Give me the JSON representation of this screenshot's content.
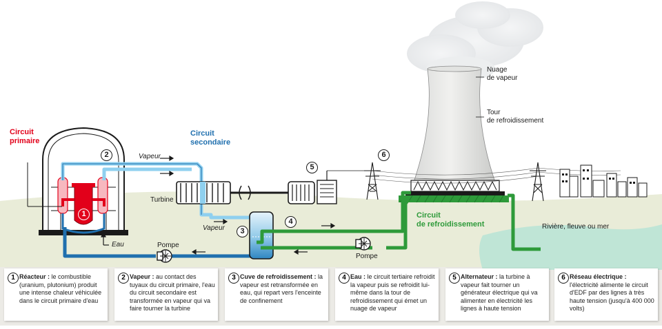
{
  "diagram": {
    "labels": {
      "circuit_primaire": [
        "Circuit",
        "primaire"
      ],
      "circuit_secondaire": [
        "Circuit",
        "secondaire"
      ],
      "circuit_refroidissement": [
        "Circuit",
        "de refroidissement"
      ],
      "vapeur_top": "Vapeur",
      "vapeur_bottom": "Vapeur",
      "turbine": "Turbine",
      "eau": "Eau",
      "pompe_left": "Pompe",
      "pompe_right": "Pompe",
      "nuage": [
        "Nuage",
        "de vapeur"
      ],
      "tour": [
        "Tour",
        "de refroidissement"
      ],
      "riviere": "Rivière, fleuve ou mer"
    },
    "markers": {
      "m1": "1",
      "m2": "2",
      "m3": "3",
      "m4": "4",
      "m5": "5",
      "m6": "6"
    },
    "colors": {
      "primary": "#e2001a",
      "secondary_hot": "#8fd0ef",
      "secondary_cold": "#1f6fae",
      "cooling": "#2e9a3a",
      "ground": "#e9ecd8",
      "water": "#bfe5d6"
    },
    "icons": [
      "reactor-icon",
      "turbine-icon",
      "alternator-icon",
      "pump-icon",
      "pylon-icon",
      "cooling-tower-icon",
      "city-icon"
    ]
  },
  "legend": [
    {
      "num": "1",
      "title": "Réacteur :",
      "body": " le combustible (uranium, plutonium) produit une intense chaleur véhiculée dans le circuit primaire d'eau"
    },
    {
      "num": "2",
      "title": "Vapeur :",
      "body": " au contact des tuyaux du circuit primaire, l'eau du circuit secondaire est transformée en vapeur qui va faire tourner la turbine"
    },
    {
      "num": "3",
      "title": "Cuve de refroidissement :",
      "body": " la vapeur est retransformée en eau, qui repart vers l'enceinte de confinement"
    },
    {
      "num": "4",
      "title": "Eau :",
      "body": " le circuit tertiaire refroidit la vapeur puis se refroidit lui-même dans la tour de refroidissement qui émet un nuage de vapeur"
    },
    {
      "num": "5",
      "title": "Alternateur :",
      "body": " la turbine à vapeur fait tourner un générateur électrique qui va alimenter en électricité les lignes à haute tension"
    },
    {
      "num": "6",
      "title": "Réseau électrique :",
      "body": " l'électricité alimente le circuit d'EDF par des lignes à très haute tension (jusqu'à 400 000 volts)"
    }
  ]
}
